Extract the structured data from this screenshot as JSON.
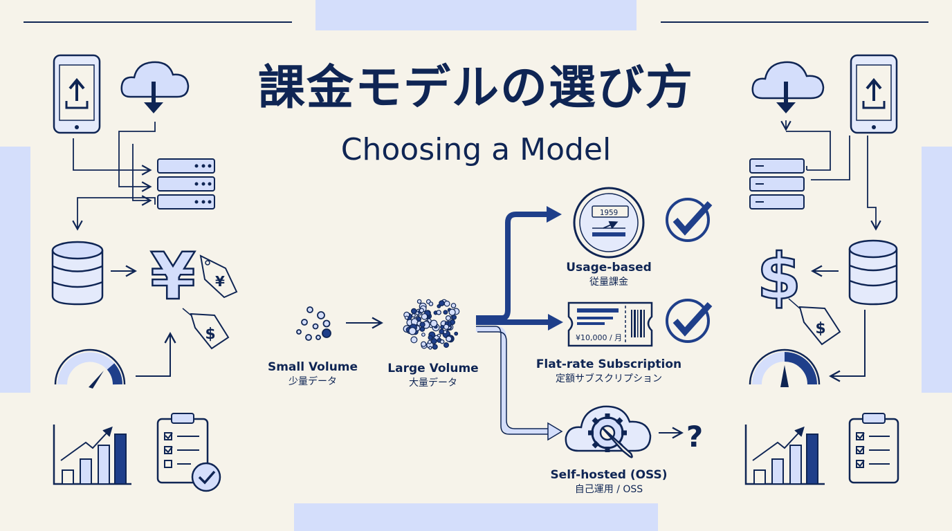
{
  "title": {
    "ja": "課金モデルの選び方",
    "en": "Choosing a Model"
  },
  "volume": {
    "small": {
      "en": "Small Volume",
      "ja": "少量データ"
    },
    "large": {
      "en": "Large Volume",
      "ja": "大量データ"
    }
  },
  "options": [
    {
      "en": "Usage-based",
      "ja": "従量課金"
    },
    {
      "en": "Flat-rate Subscription",
      "ja": "定額サブスクリプション",
      "price": "¥10,000 / 月"
    },
    {
      "en": "Self-hosted (OSS)",
      "ja": "自己運用 / OSS"
    }
  ],
  "meter_digits": "1959",
  "question_mark": "?",
  "currency_symbols": {
    "yen": "¥",
    "dollar": "$"
  },
  "colors": {
    "background": "#f6f3ea",
    "navy": "#0f2554",
    "blue": "#1f3f8a",
    "light_blue": "#d4defb",
    "pale_fill": "#e4eafb"
  }
}
